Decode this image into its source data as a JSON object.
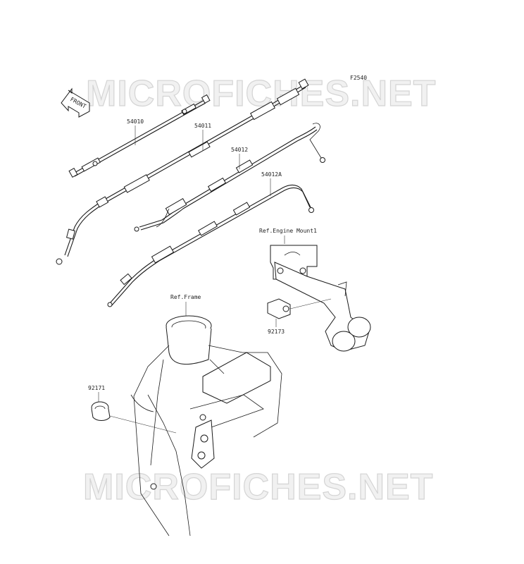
{
  "watermark": {
    "top": "MICROFICHES.NET",
    "bottom": "MICROFICHES.NET"
  },
  "diagram_code": "F2540",
  "front_arrow": "FRONT",
  "parts": {
    "p54010": "54010",
    "p54011": "54011",
    "p54012": "54012",
    "p54012A": "54012A",
    "p92173": "92173",
    "p92171": "92171"
  },
  "refs": {
    "engine_mount": "Ref.Engine Mount1",
    "frame": "Ref.Frame"
  }
}
